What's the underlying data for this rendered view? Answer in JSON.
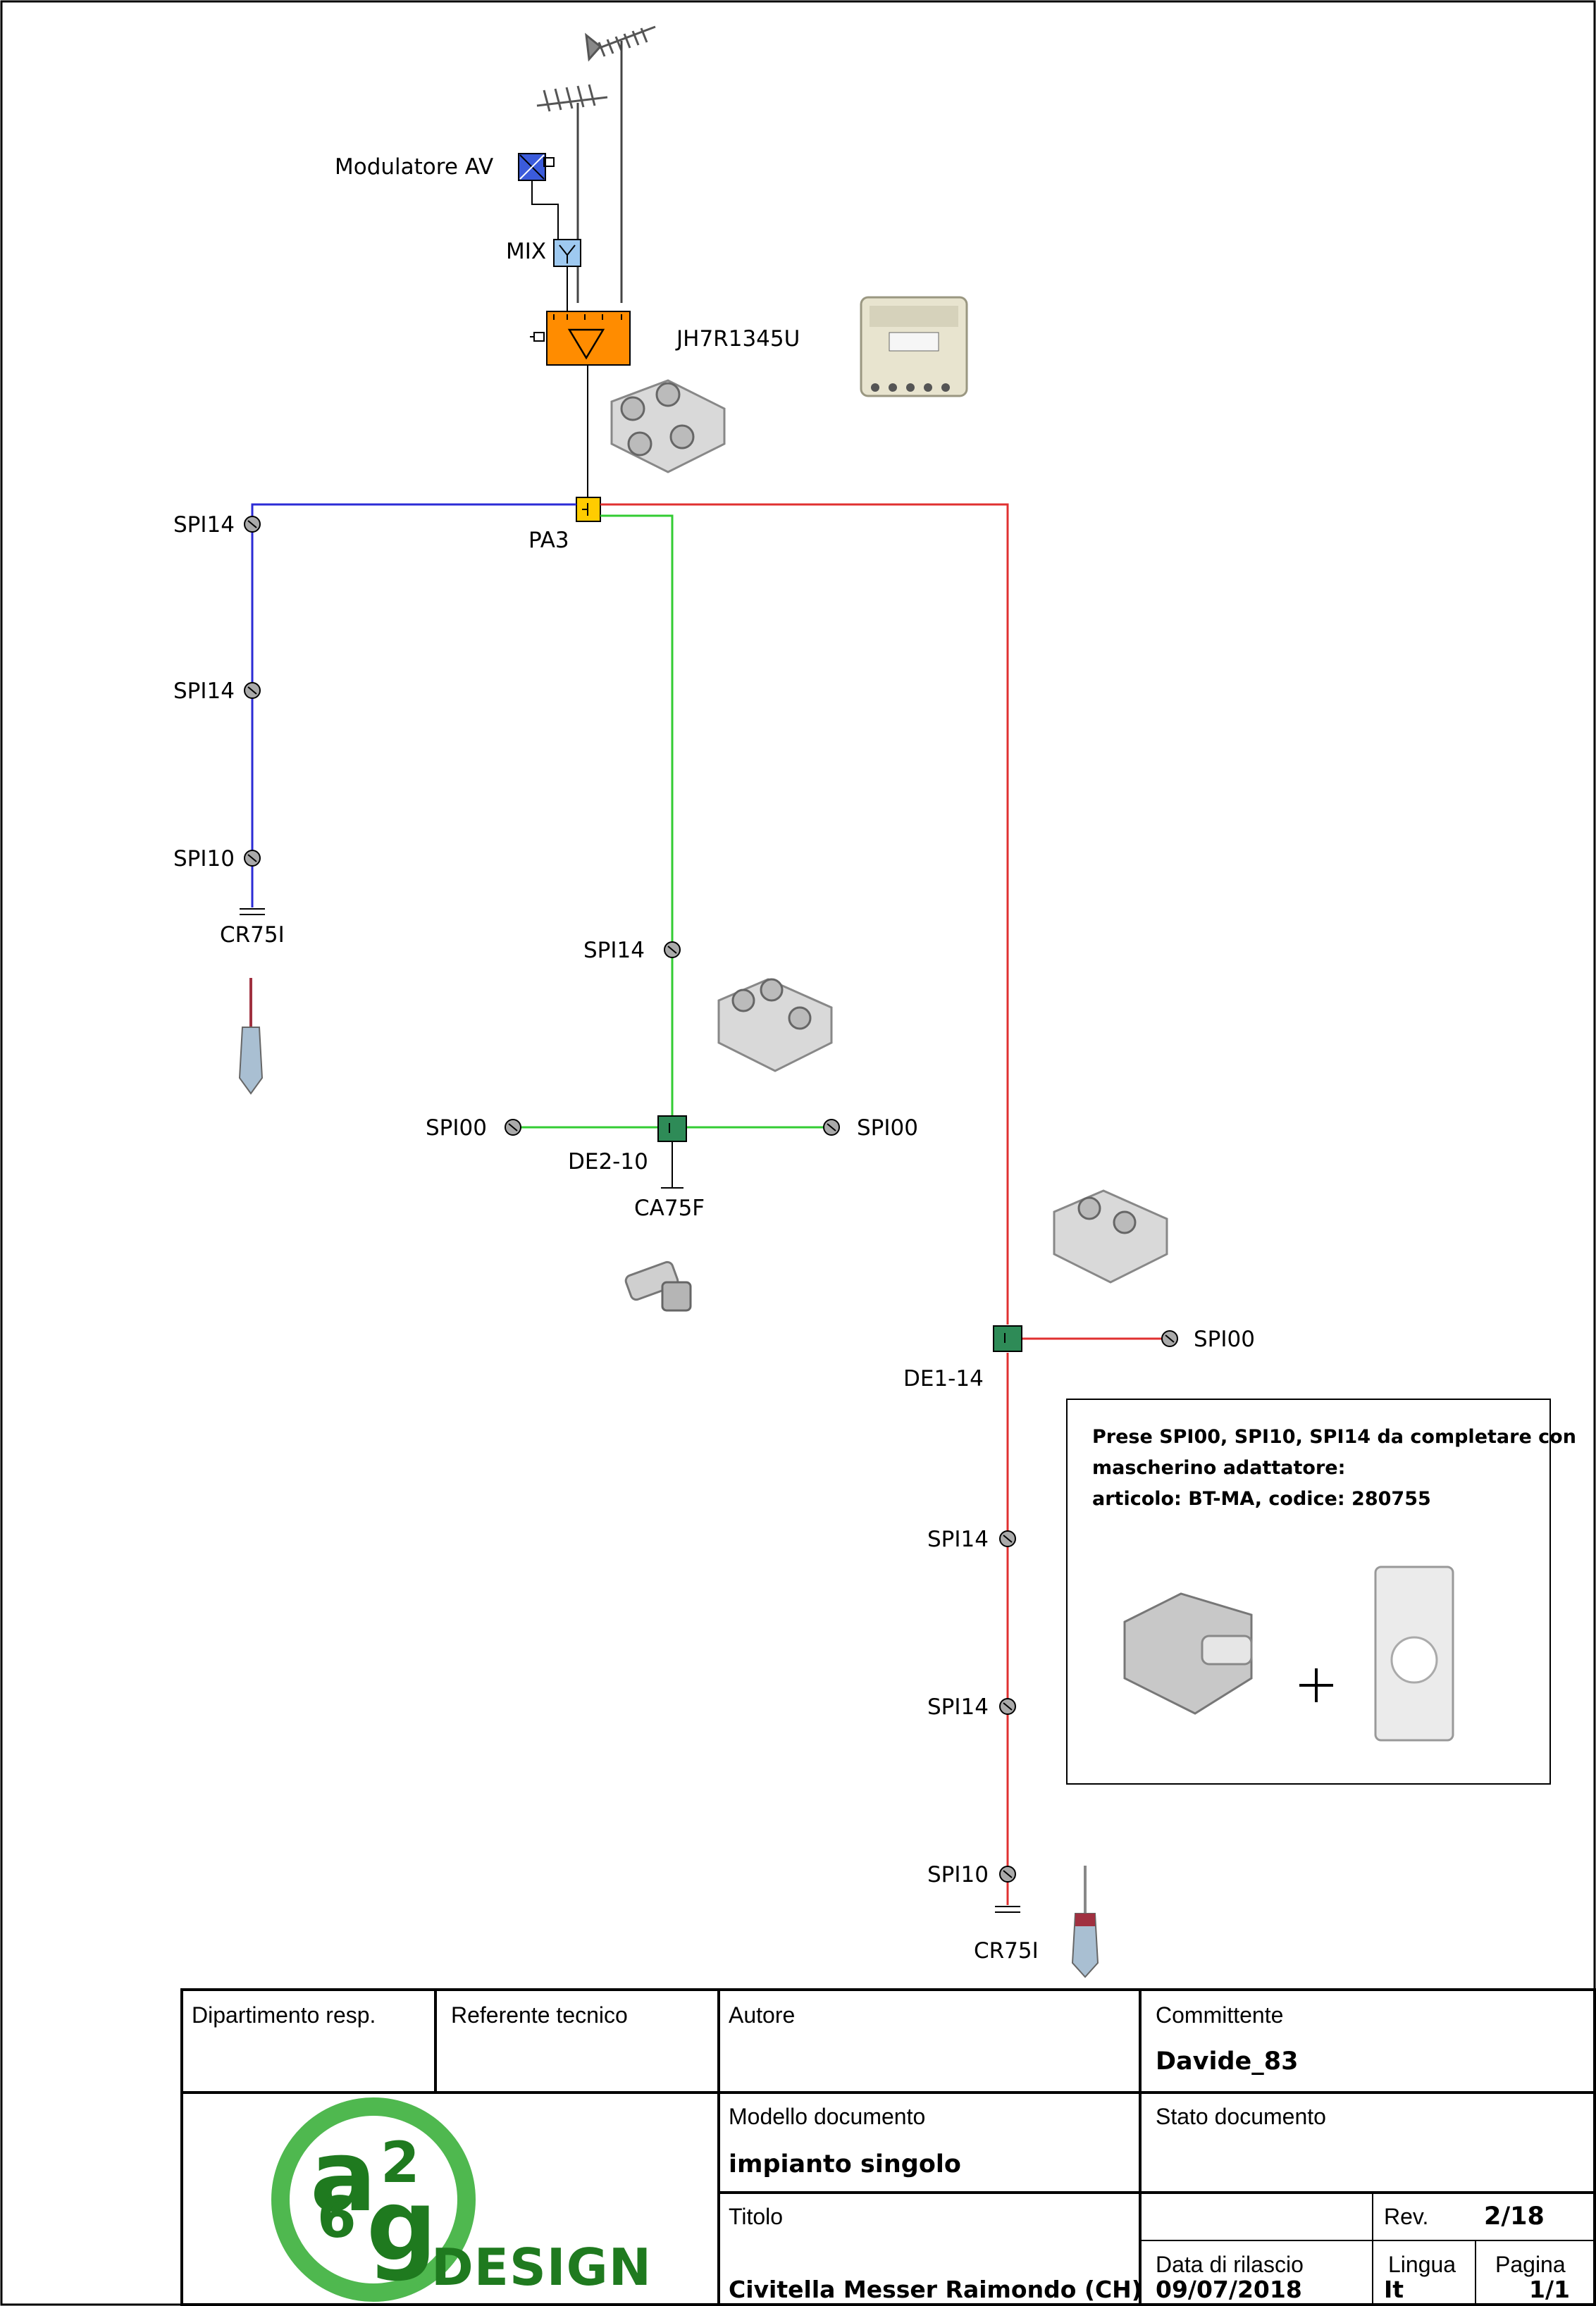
{
  "labels": {
    "modulatore": "Modulatore AV",
    "mix": "MIX",
    "amplifier": "JH7R1345U",
    "pa3": "PA3",
    "blue_spi14_a": "SPI14",
    "blue_spi14_b": "SPI14",
    "blue_spi10": "SPI10",
    "blue_cr75i": "CR75I",
    "green_spi14": "SPI14",
    "green_spi00_left": "SPI00",
    "green_spi00_right": "SPI00",
    "de2": "DE2-10",
    "ca75f": "CA75F",
    "de1": "DE1-14",
    "red_spi00": "SPI00",
    "red_spi14_a": "SPI14",
    "red_spi14_b": "SPI14",
    "red_spi10": "SPI10",
    "red_cr75i": "CR75I"
  },
  "note": {
    "line1": "Prese SPI00, SPI10, SPI14 da completare con",
    "line2": "mascherino adattatore:",
    "line3": "articolo: BT-MA, codice: 280755"
  },
  "title_block": {
    "dipartimento_label": "Dipartimento resp.",
    "referente_label": "Referente tecnico",
    "autore_label": "Autore",
    "committente_label": "Committente",
    "committente_value": "Davide_83",
    "modello_label": "Modello documento",
    "modello_value": "impianto singolo",
    "stato_label": "Stato documento",
    "titolo_label": "Titolo",
    "titolo_value": "Civitella Messer Raimondo (CH)",
    "rev_label": "Rev.",
    "rev_value": "2/18",
    "data_label": "Data di rilascio",
    "data_value": "09/07/2018",
    "lingua_label": "Lingua",
    "lingua_value": "It",
    "pagina_label": "Pagina",
    "pagina_value": "1/1"
  },
  "logo": {
    "a": "a",
    "g": "g",
    "two": "2",
    "six": "6",
    "word": "DESIGN"
  },
  "colors": {
    "blue_line": "#2b2bd6",
    "green_line": "#33cc33",
    "red_line": "#e03030",
    "amplifier": "#ff8c00",
    "splitter": "#ffcc00",
    "derivator": "#2e8b57",
    "logo_green": "#1f7a1f"
  }
}
